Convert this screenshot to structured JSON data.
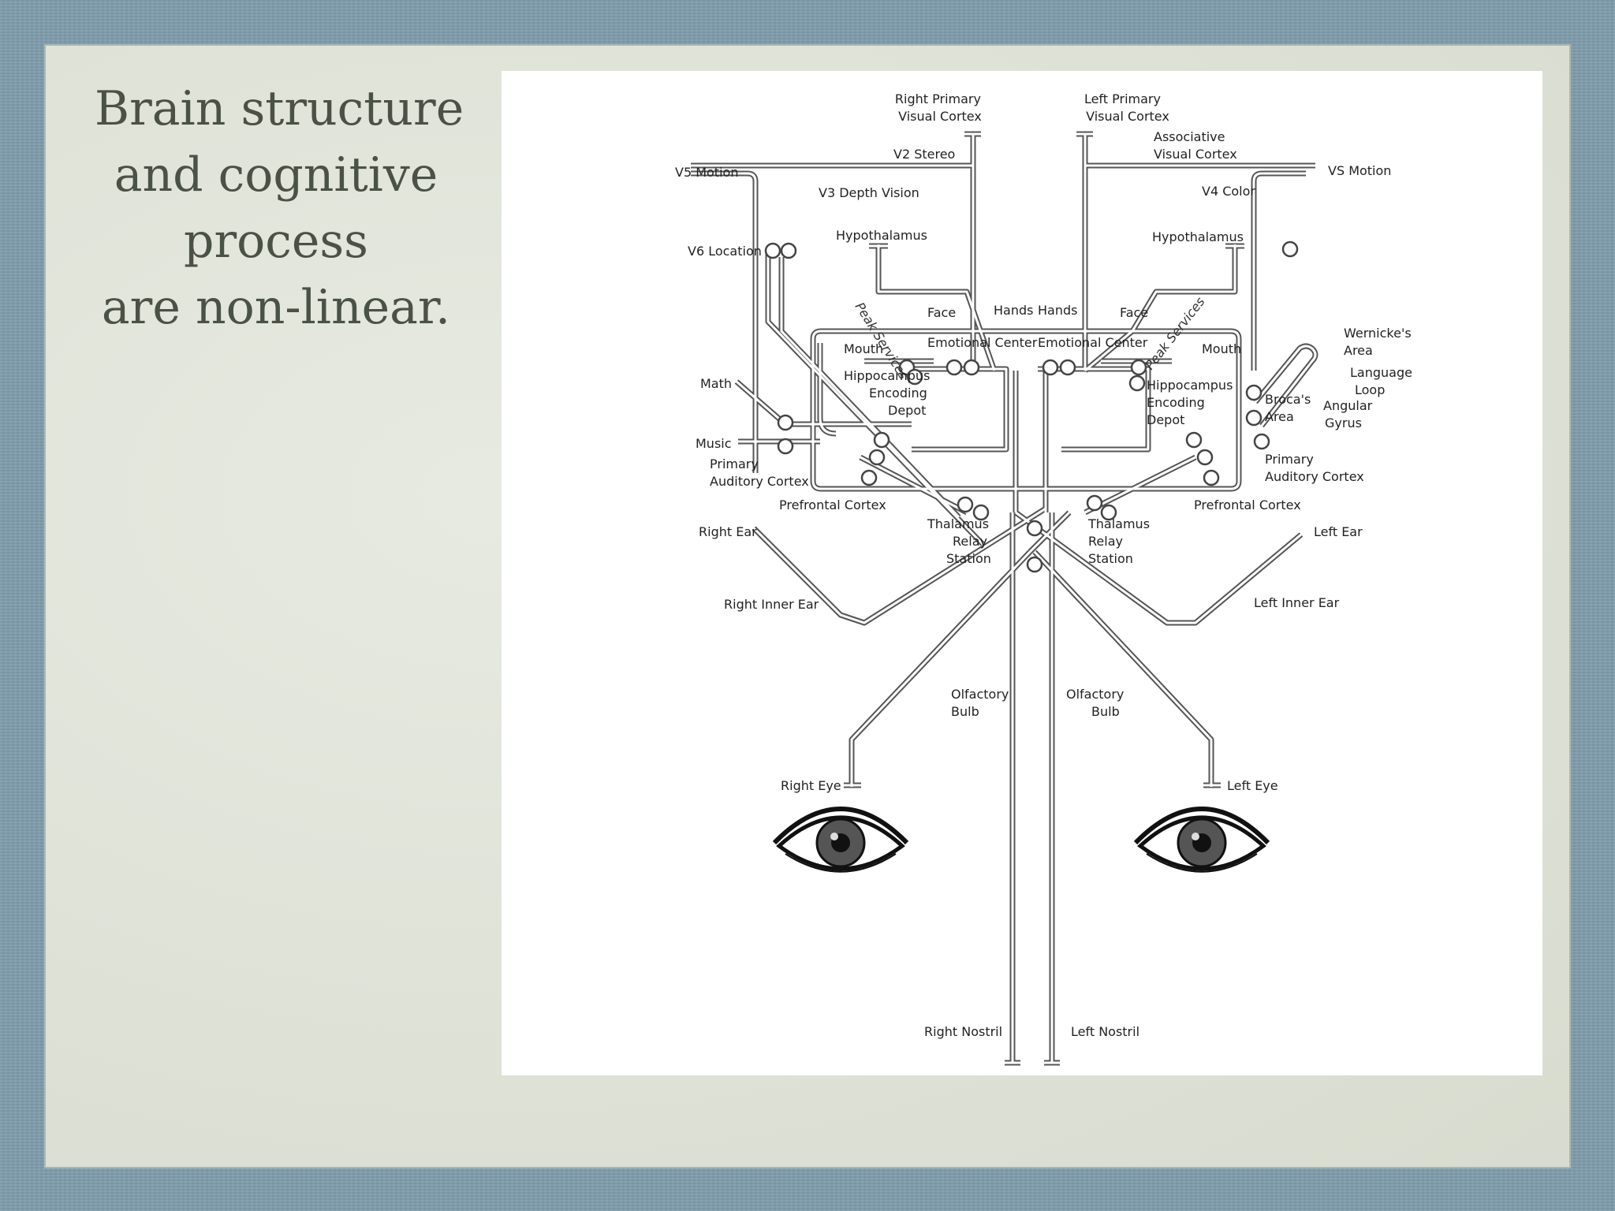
{
  "slide": {
    "title_lines": [
      "Brain structure",
      "and cognitive",
      "process",
      "are non-linear."
    ]
  },
  "diagram": {
    "labels": {
      "right_primary_visual_cortex": [
        "Right Primary",
        "Visual Cortex"
      ],
      "left_primary_visual_cortex": [
        "Left Primary",
        "Visual Cortex"
      ],
      "associative_visual_cortex": [
        "Associative",
        "Visual Cortex"
      ],
      "v2_stereo": "V2 Stereo",
      "v5_motion_left": "V5 Motion",
      "v5_motion_right": "VS Motion",
      "v3_depth_vision": "V3 Depth Vision",
      "v4_color": "V4 Color",
      "v6_location": "V6 Location",
      "hypothalamus_left": "Hypothalamus",
      "hypothalamus_right": "Hypothalamus",
      "face_left": "Face",
      "face_right": "Face",
      "hands_left": "Hands",
      "hands_right": "Hands",
      "peak_services_left": "Peak Services",
      "peak_services_right": "Peak Services",
      "wernickes_area": [
        "Wernicke's",
        "Area"
      ],
      "language_loop": [
        "Language",
        "Loop"
      ],
      "emotional_center_left": "Emotional Center",
      "emotional_center_right": "Emotional Center",
      "mouth_left": "Mouth",
      "mouth_right": "Mouth",
      "hippocampus_left": [
        "Hippocampus",
        "Encoding",
        "Depot"
      ],
      "hippocampus_right": [
        "Hippocampus",
        "Encoding",
        "Depot"
      ],
      "brocas_area": [
        "Broca's",
        "Area"
      ],
      "angular_gyrus": [
        "Angular",
        "Gyrus"
      ],
      "math": "Math",
      "music": "Music",
      "primary_auditory_cortex_left": [
        "Primary",
        "Auditory Cortex"
      ],
      "primary_auditory_cortex_right": [
        "Primary",
        "Auditory Cortex"
      ],
      "prefrontal_cortex_left": "Prefrontal Cortex",
      "prefrontal_cortex_right": "Prefrontal Cortex",
      "thalamus_left": [
        "Thalamus",
        "Relay",
        "Station"
      ],
      "thalamus_right": [
        "Thalamus",
        "Relay",
        "Station"
      ],
      "right_ear": "Right Ear",
      "left_ear": "Left Ear",
      "right_inner_ear": "Right Inner Ear",
      "left_inner_ear": "Left Inner Ear",
      "olfactory_bulb_left": [
        "Olfactory",
        "Bulb"
      ],
      "olfactory_bulb_right": [
        "Olfactory",
        "Bulb"
      ],
      "right_eye": "Right Eye",
      "left_eye": "Left Eye",
      "right_nostril": "Right Nostril",
      "left_nostril": "Left Nostril"
    }
  }
}
